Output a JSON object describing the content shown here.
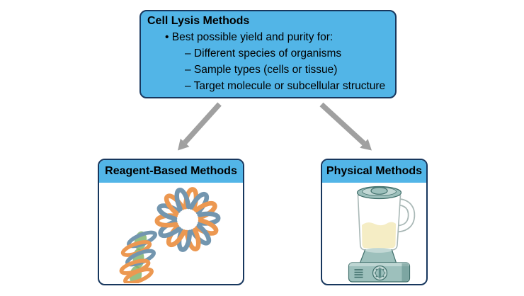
{
  "top_box": {
    "title": "Cell Lysis Methods",
    "bullet": "• Best possible yield and purity for:",
    "sub_items": [
      "– Different species of organisms",
      "– Sample types (cells or tissue)",
      "– Target molecule or subcellular structure"
    ]
  },
  "left_box": {
    "title": "Reagent-Based Methods"
  },
  "right_box": {
    "title": "Physical Methods"
  },
  "icons": {
    "left_box_illustration": "detergent-micelle-and-protein-detergent-complex",
    "right_box_illustration": "blender"
  },
  "colors": {
    "box_fill": "#52B5E7",
    "box_border": "#17375E",
    "arrow": "#A0A0A0",
    "orange": "#EC9851",
    "slate_blue": "#7396AF",
    "green": "#7FB26B",
    "teal_mid": "#9DC0BC",
    "teal_dark": "#5E8C88",
    "liquid": "#F5EDC5",
    "text": "#000000"
  }
}
